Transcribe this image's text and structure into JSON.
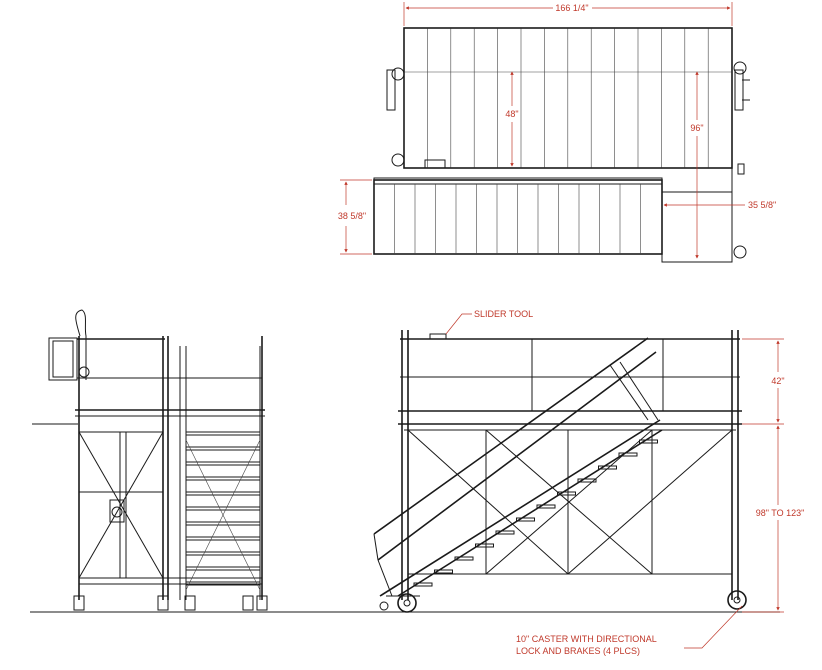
{
  "colors": {
    "line": "#1a1a1a",
    "dimension": "#c0392b",
    "background": "#ffffff"
  },
  "dimensions": {
    "top_width": "166 1/4\"",
    "deck_depth": "48\"",
    "overall_depth": "96\"",
    "stair_width": "38 5/8\"",
    "right_offset": "35 5/8\"",
    "guardrail_height": "42\"",
    "platform_height": "98\" TO 123\""
  },
  "notes": {
    "slider_tool": "SLIDER TOOL",
    "caster_line1": "10\" CASTER WITH DIRECTIONAL",
    "caster_line2": "LOCK AND BRAKES (4 PLCS)"
  }
}
